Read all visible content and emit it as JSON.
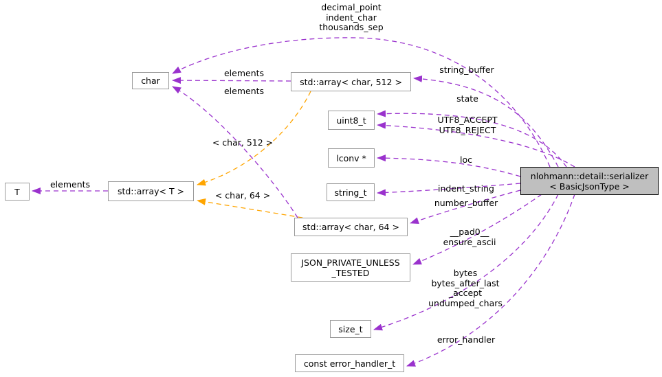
{
  "diagram_type": "doxygen-collaboration-graph",
  "colors": {
    "usage_edge": "#9a32cd",
    "template_edge": "#ffa500",
    "main_node_fill": "#bfbfbf",
    "main_node_border": "#000000",
    "node_border": "#9a9a9a",
    "node_fill": "#ffffff",
    "text": "#000000"
  },
  "nodes": [
    {
      "id": "char",
      "label": "char"
    },
    {
      "id": "array-char-512",
      "label": "std::array< char, 512 >"
    },
    {
      "id": "uint8-t",
      "label": "uint8_t"
    },
    {
      "id": "lconv-ptr",
      "label": "lconv *"
    },
    {
      "id": "string-t",
      "label": "string_t"
    },
    {
      "id": "array-char-64",
      "label": "std::array< char, 64 >"
    },
    {
      "id": "json-private-unless-tested",
      "label": "JSON_PRIVATE_UNLESS\n_TESTED"
    },
    {
      "id": "size-t",
      "label": "size_t"
    },
    {
      "id": "const-error-handler-t",
      "label": "const error_handler_t"
    },
    {
      "id": "t",
      "label": "T"
    },
    {
      "id": "array-t",
      "label": "std::array< T >"
    },
    {
      "id": "serializer-main",
      "label": "nlohmann::detail::serializer\n< BasicJsonType >"
    }
  ],
  "edge_labels": [
    {
      "id": "decimal-point-group",
      "text": "decimal_point\nindent_char\nthousands_sep"
    },
    {
      "id": "string-buffer",
      "text": "string_buffer"
    },
    {
      "id": "elements-512",
      "text": "elements"
    },
    {
      "id": "elements-64",
      "text": "elements"
    },
    {
      "id": "state",
      "text": "state"
    },
    {
      "id": "utf8-accept-reject",
      "text": "UTF8_ACCEPT\nUTF8_REJECT"
    },
    {
      "id": "template-char-512",
      "text": "< char, 512 >"
    },
    {
      "id": "loc",
      "text": "loc"
    },
    {
      "id": "elements-t",
      "text": "elements"
    },
    {
      "id": "indent-string",
      "text": "indent_string"
    },
    {
      "id": "template-char-64",
      "text": "< char, 64 >"
    },
    {
      "id": "number-buffer",
      "text": "number_buffer"
    },
    {
      "id": "pad0-ensure-ascii",
      "text": "__pad0__\nensure_ascii"
    },
    {
      "id": "bytes-group",
      "text": "bytes\nbytes_after_last\n_accept\nundumped_chars"
    },
    {
      "id": "error-handler",
      "text": "error_handler"
    }
  ]
}
